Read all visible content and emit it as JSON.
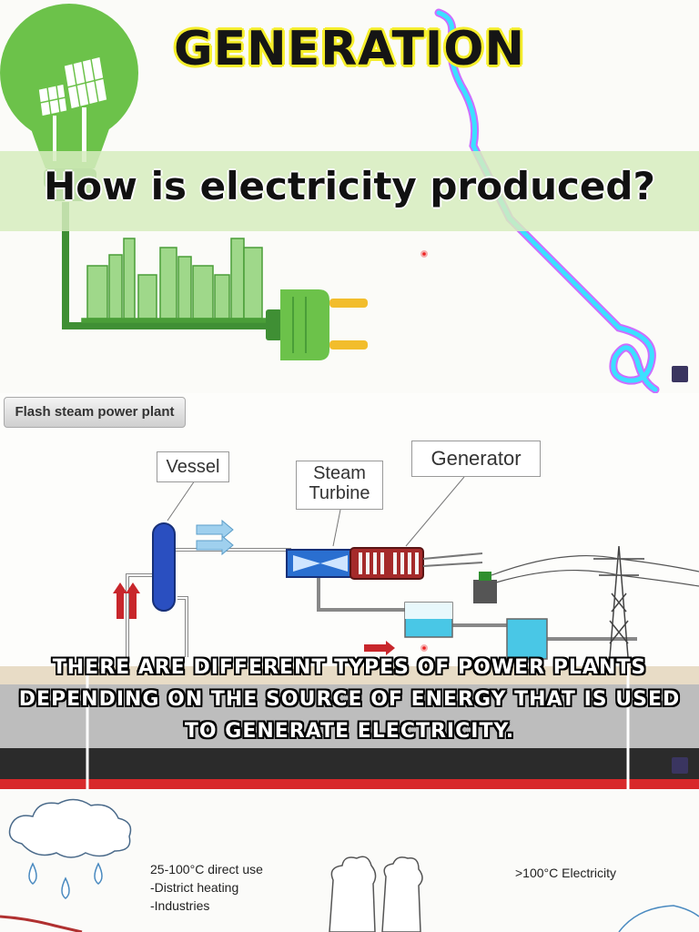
{
  "header": {
    "title": "GENERATION",
    "question": "How is electricity produced?"
  },
  "diagram": {
    "label": "Flash steam power plant",
    "vessel": "Vessel",
    "steam_turbine_line1": "Steam",
    "steam_turbine_line2": "Turbine",
    "generator": "Generator"
  },
  "caption": {
    "line1": "THERE ARE DIFFERENT TYPES OF POWER PLANTS",
    "line2": "DEPENDING ON THE SOURCE OF ENERGY THAT IS USED",
    "line3": "TO GENERATE ELECTRICITY."
  },
  "bottom": {
    "direct_use_line1": "25-100°C direct use",
    "direct_use_line2": "-District heating",
    "direct_use_line3": "-Industries",
    "electricity": ">100°C Electricity"
  },
  "colors": {
    "title_outline": "#f5ee2b",
    "bulb_green": "#6cc24a",
    "band_green": "#d6ecbe",
    "neon_line": "#3be0ff",
    "neon_glow": "#c04bff",
    "vessel_blue": "#2a4fc0",
    "water_cyan": "#49c7e6",
    "ground_red": "#d8282a"
  },
  "icons": [
    "lightbulb-icon",
    "solar-panel-icon",
    "city-icon",
    "plug-icon",
    "cloud-icon",
    "raindrop-icon",
    "transmission-tower-icon",
    "channel-logo-icon"
  ]
}
